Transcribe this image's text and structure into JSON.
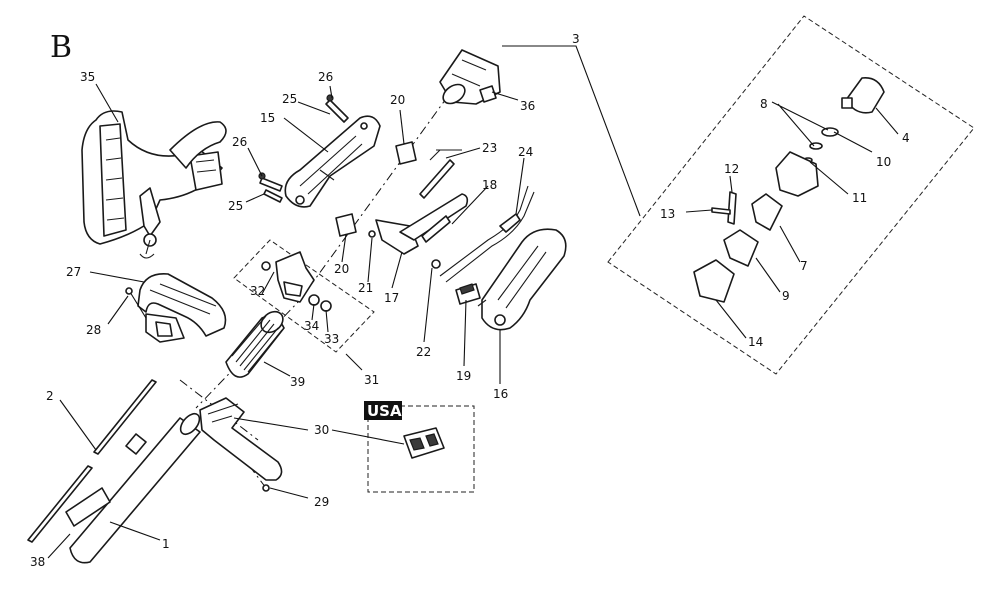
{
  "sheet_letter": "B",
  "region_tag": "USA",
  "callouts": {
    "c1": "1",
    "c2": "2",
    "c3": "3",
    "c4": "4",
    "c7": "7",
    "c8": "8",
    "c9": "9",
    "c10": "10",
    "c11": "11",
    "c12": "12",
    "c13": "13",
    "c14": "14",
    "c15": "15",
    "c16": "16",
    "c17": "17",
    "c18": "18",
    "c19": "19",
    "c20a": "20",
    "c20b": "20",
    "c21": "21",
    "c22": "22",
    "c23": "23",
    "c24": "24",
    "c25a": "25",
    "c25b": "25",
    "c26a": "26",
    "c26b": "26",
    "c27": "27",
    "c28": "28",
    "c29": "29",
    "c30": "30",
    "c31": "31",
    "c32": "32",
    "c33": "33",
    "c34": "34",
    "c35": "35",
    "c36": "36",
    "c38": "38",
    "c39": "39"
  }
}
